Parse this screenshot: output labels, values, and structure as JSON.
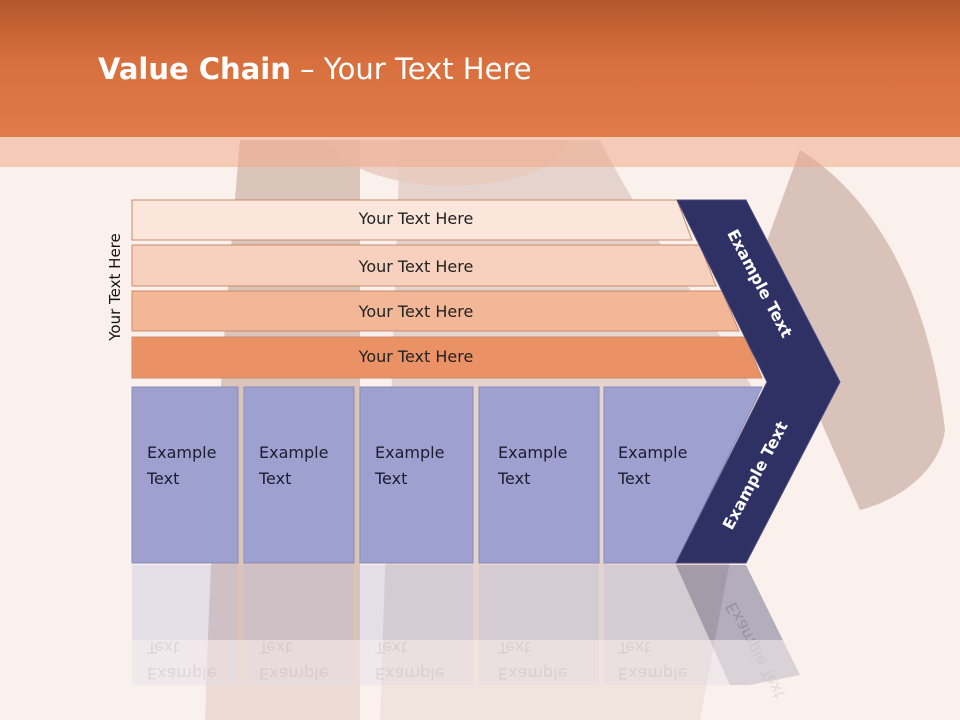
{
  "title": {
    "bold": "Value Chain",
    "rest": " – Your Text Here"
  },
  "side_label": "Your Text Here",
  "support_rows": [
    {
      "label": "Your Text Here",
      "color": "#fbe6dc"
    },
    {
      "label": "Your Text Here",
      "color": "#f7d1be"
    },
    {
      "label": "Your Text Here",
      "color": "#f2b796"
    },
    {
      "label": "Your Text Here",
      "color": "#ea9266"
    }
  ],
  "primary_activities": [
    {
      "line1": "Example",
      "line2": "Text"
    },
    {
      "line1": "Example",
      "line2": "Text"
    },
    {
      "line1": "Example",
      "line2": "Text"
    },
    {
      "line1": "Example",
      "line2": "Text"
    },
    {
      "line1": "Example",
      "line2": "Text"
    }
  ],
  "margin_labels": {
    "upper": "Example Text",
    "lower": "Example Text"
  },
  "colors": {
    "header": "#d86f3e",
    "activity_fill": "#9ea1d0",
    "margin_chevron": "#2f3164"
  }
}
